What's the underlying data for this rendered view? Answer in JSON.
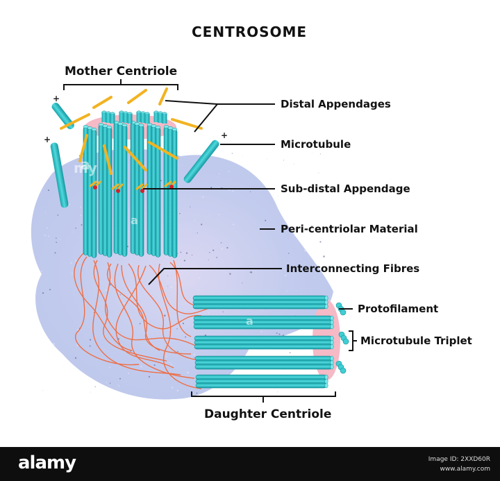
{
  "title": "CENTROSOME",
  "labels": {
    "mother_centriole": "Mother Centriole",
    "distal_appendages": "Distal Appendages",
    "microtubule": "Microtubule",
    "sub_distal_appendage": "Sub-distal Appendage",
    "pcm": "Peri-centriolar Material",
    "interconnecting_fibres": "Interconnecting Fibres",
    "protofilament": "Protofilament",
    "microtubule_triplet": "Microtubule Triplet",
    "daughter_centriole": "Daughter Centriole"
  },
  "plus_sign": "+",
  "watermark": {
    "mark": "a",
    "text": "my"
  },
  "footer": {
    "brand": "alamy",
    "image_id": "Image ID: 2XXD60R",
    "site": "www.alamy.com"
  },
  "colors": {
    "tubule": "#2cc3c9",
    "tubule_dark": "#17969d",
    "lumen": "#f6b9c6",
    "fibre": "#f06a3e",
    "appendage": "#f2b322",
    "pcm": "#b9c4ea"
  }
}
